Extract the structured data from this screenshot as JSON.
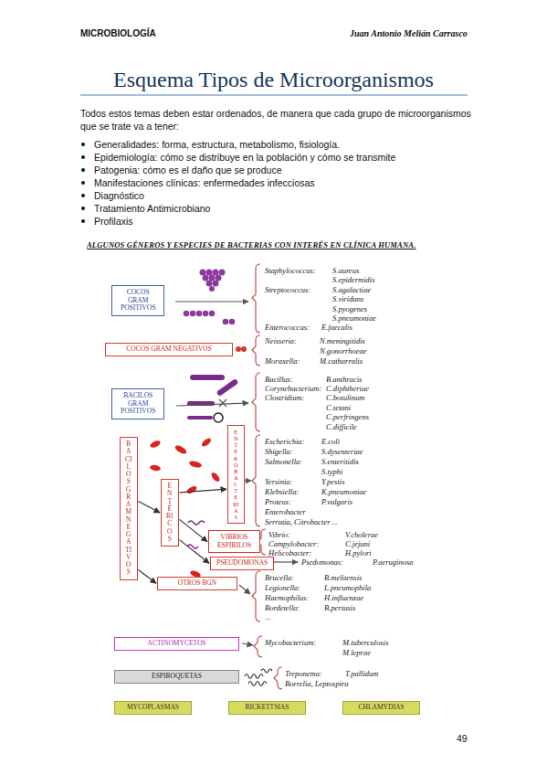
{
  "diagram": {
    "title": "Esquema Tipos de Microorganismos",
    "nodes": [
      {
        "text": [
          "COCOS GRAM POSITIVOS"
        ]
      },
      {
        "text": [
          "COCOS GRAM NEGATIVOS"
        ]
      },
      {
        "text": [
          "BACILOS GRAM POSITIVOS"
        ]
      },
      {
        "text": [
          "BACILOS GRAM NEGATIVOS"
        ]
      },
      {
        "text": [
          "ENTÉRICOS"
        ]
      },
      {
        "text": [
          "ENTEROBACTERIAS"
        ]
      },
      {
        "text": [
          "VIBRIOS ESPIRILOS"
        ]
      },
      {
        "text": [
          "PSEUDOMONAS"
        ]
      },
      {
        "text": [
          "OTROS BGN"
        ]
      },
      {
        "text": [
          "ACTINOMYCETOS"
        ]
      },
      {
        "text": [
          "ESPIROQUETAS"
        ]
      },
      {
        "text": [
          "MYCOPLASMAS"
        ]
      },
      {
        "text": [
          "RICKETTSIAS"
        ]
      },
      {
        "text": [
          "CHLAMYDIAS"
        ]
      }
    ],
    "edges": [
      {
        "from": 3,
        "to": 4,
        "arrow": "to"
      },
      {
        "from": 3,
        "to": 8,
        "arrow": "to"
      },
      {
        "from": 4,
        "to": 5,
        "arrow": "to"
      },
      {
        "from": 4,
        "to": 6,
        "arrow": "to"
      },
      {
        "from": 4,
        "to": 7,
        "arrow": "to"
      }
    ],
    "labels": [
      "MICROBIOLOGÍA",
      "Juan Antonio Melián Carrasco",
      "Todos estos temas deben estar ordenados, de manera que cada grupo de microorganismos que se trate va a tener:",
      "Generalidades: forma, estructura, metabolismo, fisiología.",
      "Epidemiología: cómo se distribuye en la población y cómo se transmite",
      "Patogenia: cómo es el daño que se produce",
      "Manifestaciones clínicas: enfermedades infecciosas",
      "Diagnóstico",
      "Tratamiento Antimicrobiano",
      "Profilaxis",
      "ALGUNOS GÉNEROS Y ESPECIES DE BACTERIAS CON INTERÉS EN CLÍNICA HUMANA.",
      "Staphylococcus:",
      "S.aureus",
      "S.epidermidis",
      "Streptococcus:",
      "S.agalactiae",
      "S.viridans",
      "S.pyogenes",
      "S.pneumoniae",
      "Enterococcus:",
      "E.faecalis",
      "Neisseria:",
      "N.meningitidis",
      "N.gonorrhoeae",
      "Moraxella:",
      "M.catharralis",
      "Bacillus:",
      "B.anthracis",
      "Corynebacterium:",
      "C.diphtheriae",
      "Clostridium:",
      "C.botulinum",
      "C.tetani",
      "C.perfringens",
      "C.difficile",
      "Escherichia:",
      "E.coli",
      "Shigella:",
      "S.dysenteriae",
      "Salmonella:",
      "S.enteritidis",
      "S.typhi",
      "Yersinia:",
      "Y.pestis",
      "Klebsiella:",
      "K.pneumoniae",
      "Proteus:",
      "P.vulgaris",
      "Enterobacter",
      "Serratia, Citrobacter ...",
      "Vibrio:",
      "V.cholerae",
      "Campylobacter:",
      "C.jejuni",
      "Helicobacter:",
      "H.pylori",
      "Psedomonas:",
      "P.aeruginosa",
      "Brucella:",
      "B.melitensis",
      "Legionella:",
      "L.pneumophila",
      "Haemophilus:",
      "H.influenzae",
      "Bordetella:",
      "B.pertusis",
      "...",
      "Mycobacterium:",
      "M.tuberculosis",
      "M.leprae",
      "Treponema:",
      "T.pallidum",
      "Borrelia, Leptospira",
      "49"
    ]
  }
}
